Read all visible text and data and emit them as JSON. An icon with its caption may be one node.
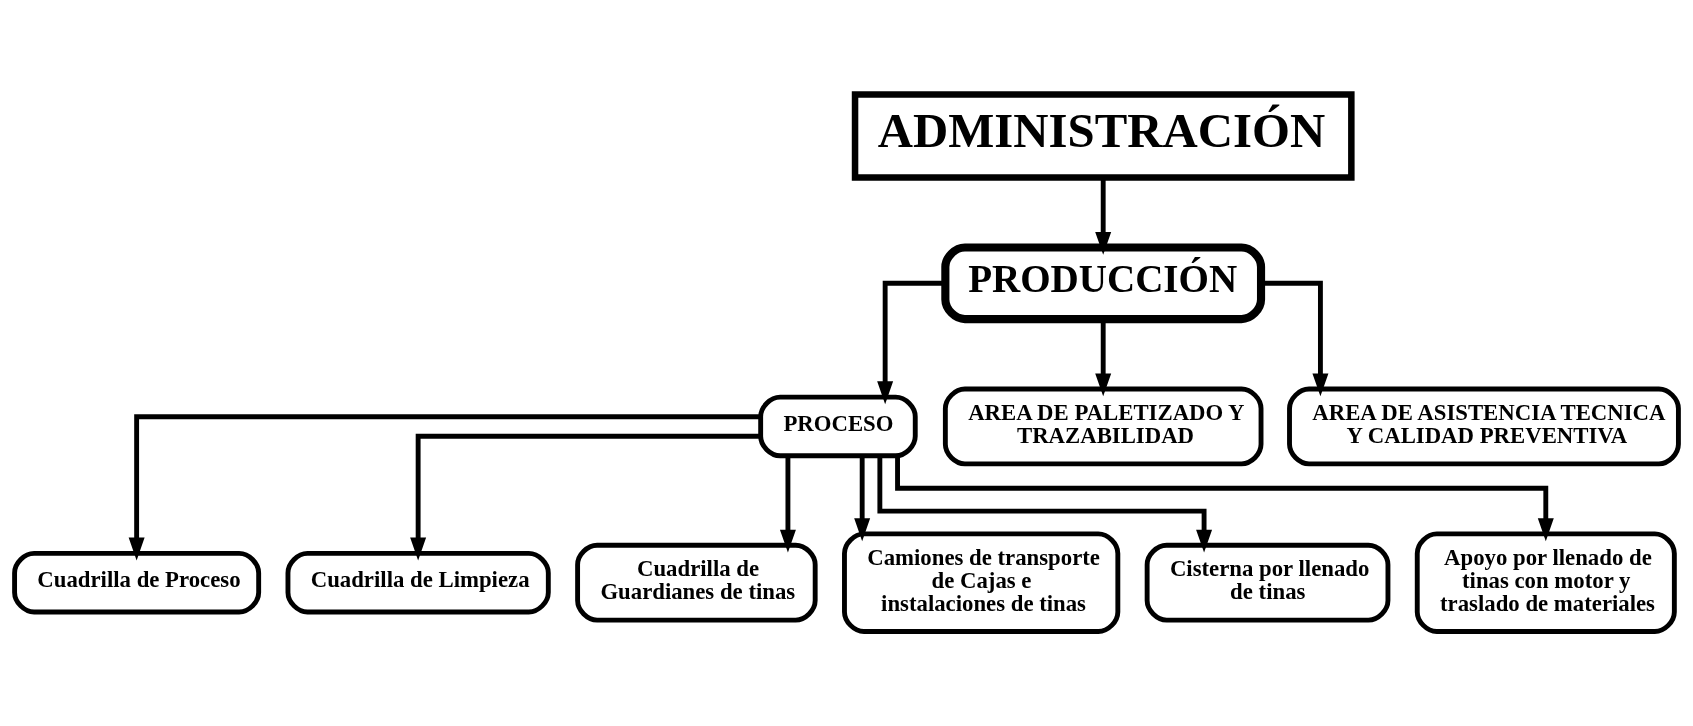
{
  "diagram": {
    "nodes": [
      {
        "text": [
          "ADMINISTRACIÓN"
        ]
      },
      {
        "text": [
          "PRODUCCIÓN"
        ]
      },
      {
        "text": [
          "PROCESO"
        ]
      },
      {
        "text": [
          "AREA DE PALETIZADO Y TRAZABILIDAD"
        ]
      },
      {
        "text": [
          "AREA DE ASISTENCIA TECNICA Y CALIDAD PREVENTIVA"
        ]
      },
      {
        "text": [
          "Cuadrilla de Proceso"
        ]
      },
      {
        "text": [
          "Cuadrilla de Limpieza"
        ]
      },
      {
        "text": [
          "Cuadrilla de Guardianes de tinas"
        ]
      },
      {
        "text": [
          "Camiones de transporte de Cajas e instalaciones de tinas"
        ]
      },
      {
        "text": [
          "Cisterna por llenado de tinas"
        ]
      },
      {
        "text": [
          "Apoyo por llenado de tinas con motor y traslado de materiales"
        ]
      }
    ],
    "edges": [
      {
        "from": 0,
        "to": 1,
        "arrow": "to"
      },
      {
        "from": 1,
        "to": 2,
        "arrow": "to"
      },
      {
        "from": 1,
        "to": 3,
        "arrow": "to"
      },
      {
        "from": 1,
        "to": 4,
        "arrow": "to"
      },
      {
        "from": 2,
        "to": 5,
        "arrow": "to"
      },
      {
        "from": 2,
        "to": 6,
        "arrow": "to"
      },
      {
        "from": 2,
        "to": 7,
        "arrow": "to"
      },
      {
        "from": 2,
        "to": 8,
        "arrow": "to"
      },
      {
        "from": 2,
        "to": 9,
        "arrow": "to"
      },
      {
        "from": 2,
        "to": 10,
        "arrow": "to"
      }
    ]
  }
}
